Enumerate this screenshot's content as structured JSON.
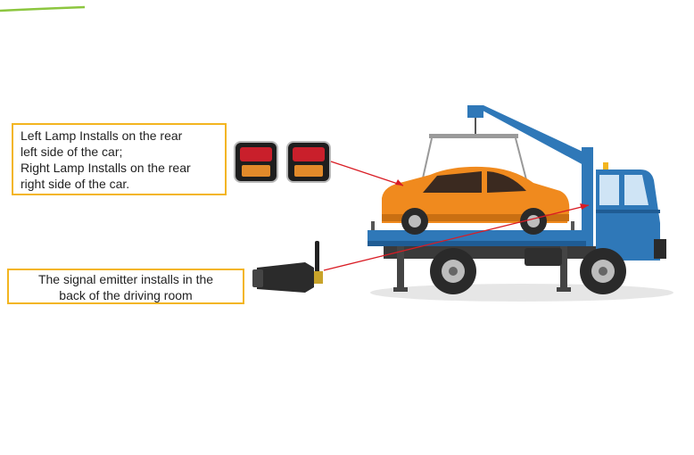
{
  "callouts": {
    "lamps": {
      "lines": [
        "Left Lamp Installs on the rear",
        "left side of the car;",
        "Right Lamp Installs on the rear",
        "right side of the car."
      ]
    },
    "emitter": {
      "lines": [
        "The signal emitter installs in the",
        "back of the driving room"
      ]
    }
  },
  "colors": {
    "callout_border": "#f3b51f",
    "arrow": "#d91c24",
    "truck_body": "#2f78b8",
    "car_body": "#f08a1e",
    "accent_green": "#8cc63f"
  },
  "icons": {
    "lamp": "trailer-lamp-icon",
    "emitter": "signal-emitter-icon",
    "truck": "tow-truck-icon",
    "car": "car-icon"
  }
}
